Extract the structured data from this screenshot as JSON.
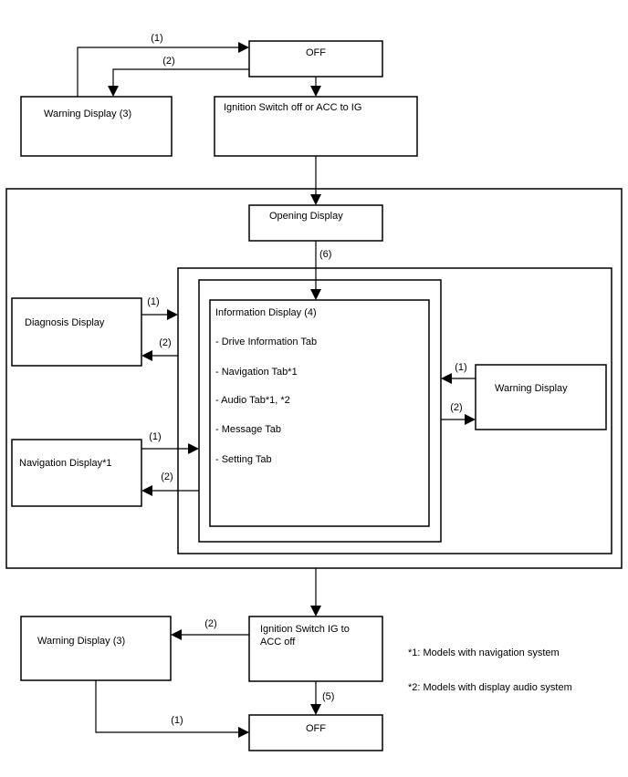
{
  "boxes": {
    "off_top": "OFF",
    "warning_top": "Warning Display (3)",
    "ignition_on": "Ignition Switch off or ACC to IG",
    "opening": "Opening Display",
    "diagnosis": "Diagnosis Display",
    "navigation": "Navigation Display*1",
    "warning_right": "Warning Display",
    "info_title": "Information Display (4)",
    "info_items": [
      "- Drive Information Tab",
      "- Navigation Tab*1",
      "- Audio Tab*1, *2",
      "- Message Tab",
      "- Setting Tab"
    ],
    "ignition_off_line1": "Ignition Switch IG to",
    "ignition_off_line2": "ACC off",
    "warning_bottom": "Warning Display (3)",
    "off_bottom": "OFF"
  },
  "labels": {
    "top_1": "(1)",
    "top_2": "(2)",
    "diag_1": "(1)",
    "diag_2": "(2)",
    "nav_1": "(1)",
    "nav_2": "(2)",
    "warn_1": "(1)",
    "warn_2": "(2)",
    "six": "(6)",
    "bottom_2": "(2)",
    "bottom_1": "(1)",
    "five": "(5)"
  },
  "notes": {
    "note1": "*1: Models with navigation system",
    "note2": "*2: Models with display audio system"
  }
}
